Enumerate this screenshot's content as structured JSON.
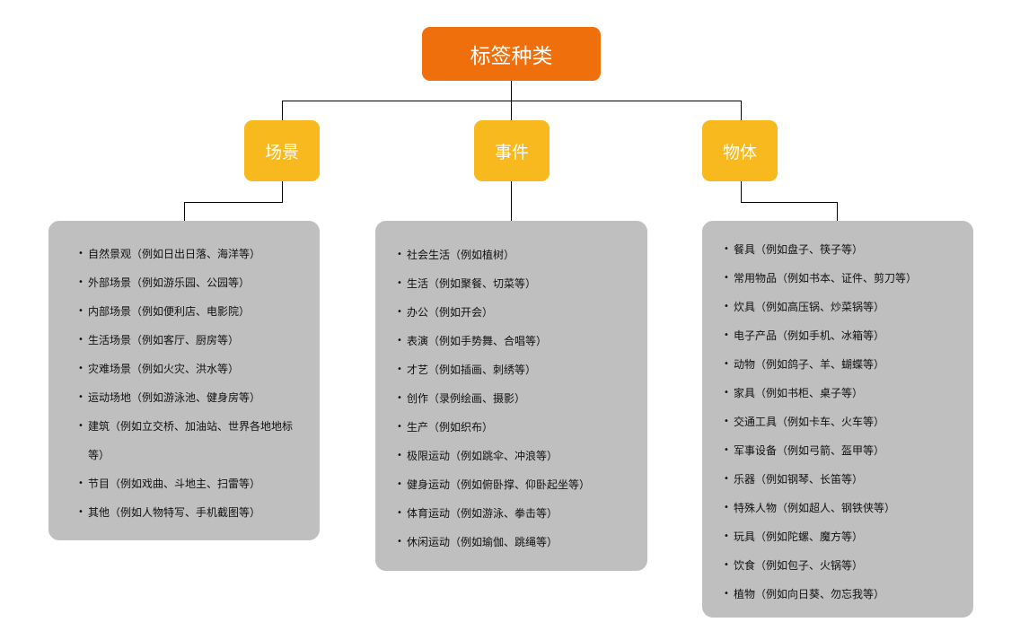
{
  "root": "标签种类",
  "categories": [
    {
      "label": "场景",
      "items": [
        "自然景观（例如日出日落、海洋等）",
        "外部场景（例如游乐园、公园等）",
        "内部场景（例如便利店、电影院）",
        "生活场景（例如客厅、厨房等）",
        "灾难场景（例如火灾、洪水等）",
        "运动场地（例如游泳池、健身房等）",
        "建筑（例如立交桥、加油站、世界各地地标等）",
        "节目（例如戏曲、斗地主、扫雷等）",
        "其他（例如人物特写、手机截图等）"
      ]
    },
    {
      "label": "事件",
      "items": [
        "社会生活（例如植树）",
        "生活（例如聚餐、切菜等）",
        "办公（例如开会）",
        "表演（例如手势舞、合唱等）",
        "才艺（例如插画、刺绣等）",
        "创作（录例绘画、摄影）",
        "生产（例如织布）",
        "极限运动（例如跳伞、冲浪等）",
        "健身运动（例如俯卧撑、仰卧起坐等）",
        "体育运动（例如游泳、拳击等）",
        "休闲运动（例如瑜伽、跳绳等）"
      ]
    },
    {
      "label": "物体",
      "items": [
        "餐具（例如盘子、筷子等）",
        "常用物品（例如书本、证件、剪刀等）",
        "炊具（例如高压锅、炒菜锅等）",
        "电子产品（例如手机、冰箱等）",
        "动物（例如鸽子、羊、蝴蝶等）",
        "家具（例如书柜、桌子等）",
        "交通工具（例如卡车、火车等）",
        "军事设备（例如弓箭、盔甲等）",
        "乐器（例如钢琴、长笛等）",
        "特殊人物（例如超人、钢铁侠等）",
        "玩具（例如陀螺、魔方等）",
        "饮食（例如包子、火锅等）",
        "植物（例如向日葵、勿忘我等）"
      ]
    }
  ],
  "colors": {
    "root": "#f06f0d",
    "category": "#f8b91f",
    "box": "#bfbfbf",
    "line": "#000000"
  }
}
